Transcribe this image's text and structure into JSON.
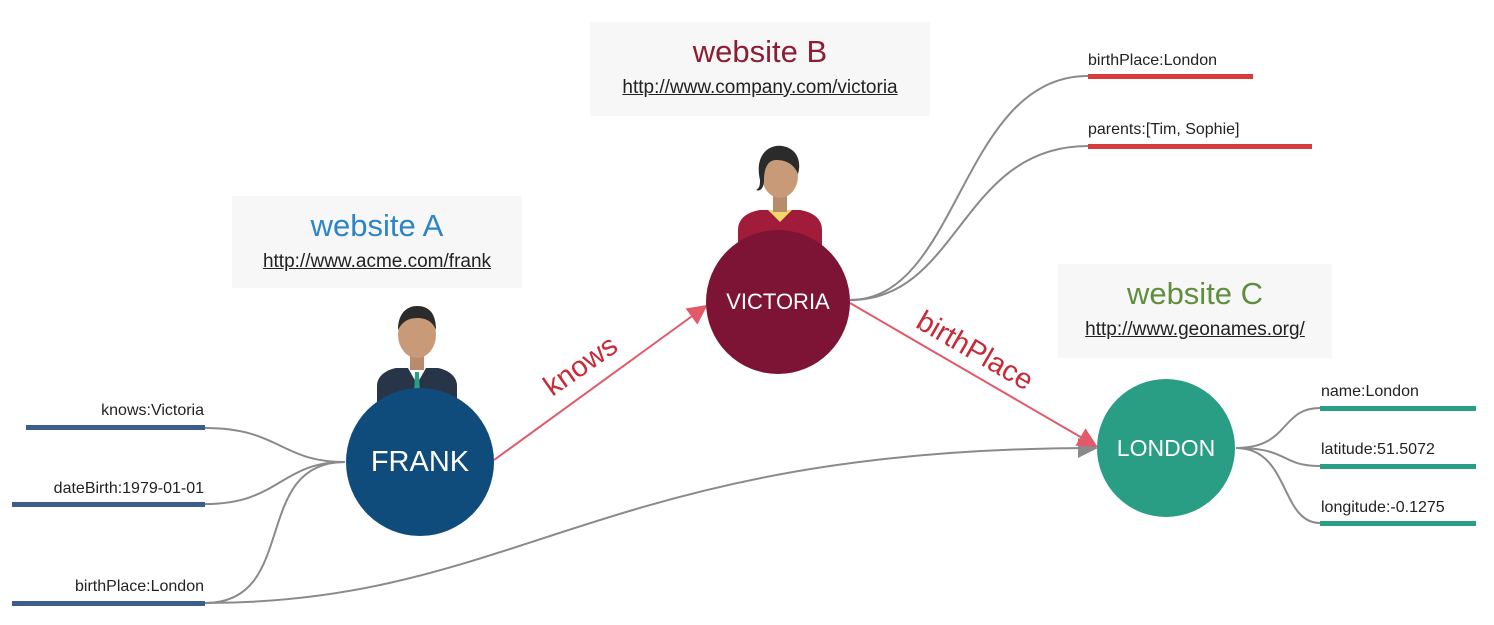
{
  "colors": {
    "frank": "#0f4c7c",
    "victoria": "#7d1436",
    "london": "#2a9e85",
    "website_a": "#2c85c9",
    "website_b": "#8c1d32",
    "website_c": "#5f8f3e",
    "relation": "#c82a36",
    "arrow": "#e2596a",
    "link_line": "#8a8a8a",
    "frank_bar": "#3d5d8c",
    "victoria_bar": "#d63c3c",
    "london_bar": "#2a9e85"
  },
  "websites": {
    "a": {
      "title": "website A",
      "url": "http://www.acme.com/frank"
    },
    "b": {
      "title": "website B",
      "url": "http://www.company.com/victoria"
    },
    "c": {
      "title": "website C",
      "url": "http://www.geonames.org/"
    }
  },
  "nodes": {
    "frank": "FRANK",
    "victoria": "VICTORIA",
    "london": "LONDON"
  },
  "relations": {
    "knows": "knows",
    "birthplace": "birthPlace"
  },
  "properties": {
    "frank": [
      "knows:Victoria",
      "dateBirth:1979-01-01",
      "birthPlace:London"
    ],
    "victoria": [
      "birthPlace:London",
      "parents:[Tim, Sophie]"
    ],
    "london": [
      "name:London",
      "latitude:51.5072",
      "longitude:-0.1275"
    ]
  },
  "icons": [
    "man-avatar-icon",
    "woman-avatar-icon"
  ]
}
